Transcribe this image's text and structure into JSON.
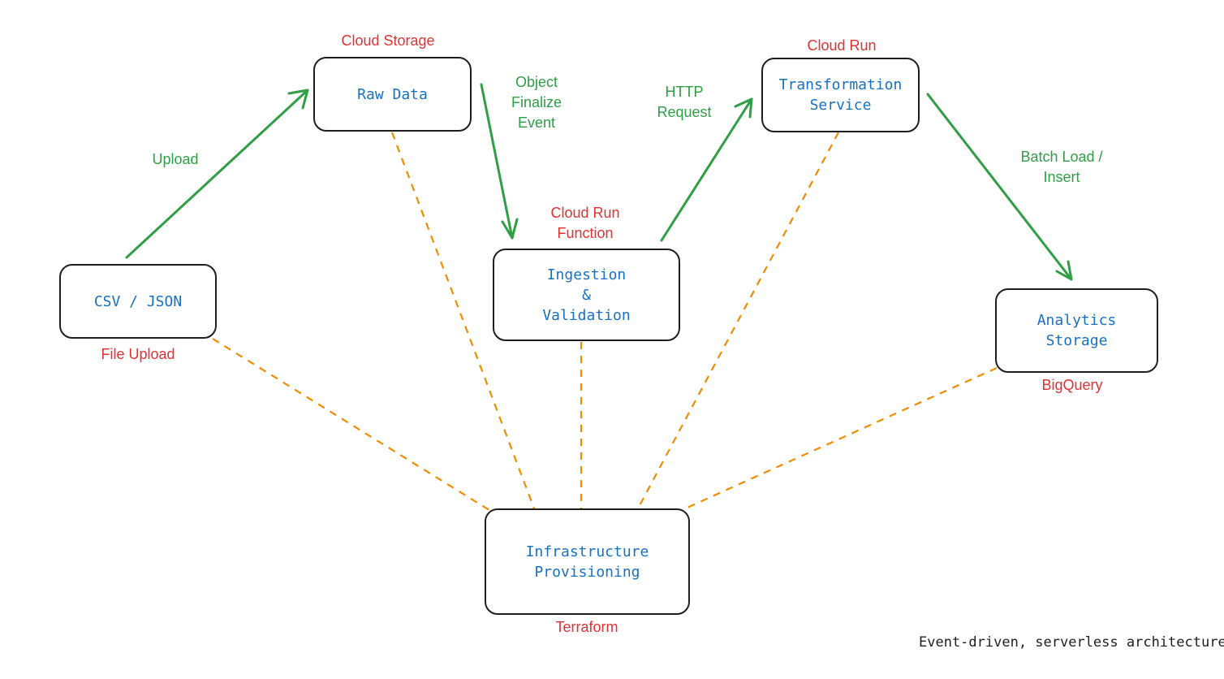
{
  "diagram": {
    "nodes": {
      "csv_json": {
        "label": "CSV / JSON",
        "service": "File Upload"
      },
      "raw_data": {
        "label": "Raw Data",
        "service": "Cloud Storage"
      },
      "ingestion": {
        "label": "Ingestion\n&\nValidation",
        "service": "Cloud Run\nFunction"
      },
      "transformation": {
        "label": "Transformation\nService",
        "service": "Cloud Run"
      },
      "analytics": {
        "label": "Analytics\nStorage",
        "service": "BigQuery"
      },
      "infra": {
        "label": "Infrastructure\nProvisioning",
        "service": "Terraform"
      }
    },
    "edges": {
      "upload": "Upload",
      "object_finalize": "Object\nFinalize\nEvent",
      "http_request": "HTTP\nRequest",
      "batch_load": "Batch Load /\nInsert"
    },
    "caption": "Event-driven, serverless architecture",
    "colors": {
      "node_border": "#1e1e1e",
      "node_text": "#1971c2",
      "service_text": "#e03131",
      "flow_arrow": "#2f9e44",
      "provision_line": "#f08c00"
    }
  }
}
